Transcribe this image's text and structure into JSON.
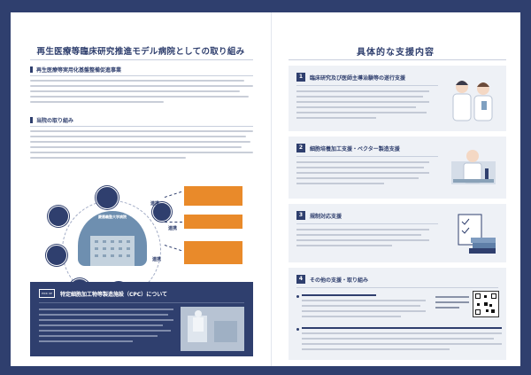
{
  "left": {
    "title": "再生医療等臨床研究推進モデル病院としての取り組み",
    "section1_title": "再生医療等実用化基盤整備促進事業",
    "section2_title": "当院の取り組み",
    "diagram": {
      "center_label": "慶應義塾大学病院",
      "link_label": "連携",
      "partners": [
        "",
        "",
        ""
      ]
    },
    "cpc": {
      "icon_label": "PICK UP",
      "title": "特定細胞加工物等製造施設（CPC）について"
    }
  },
  "right": {
    "title": "具体的な支援内容",
    "cards": [
      {
        "number": "1",
        "title": "臨床研究及び医師主導治験等の遂行支援"
      },
      {
        "number": "2",
        "title": "細胞培養加工支援・ベクター製造支援"
      },
      {
        "number": "3",
        "title": "規制対応支援"
      },
      {
        "number": "4",
        "title": "その他の支援・取り組み"
      }
    ]
  },
  "colors": {
    "brand_navy": "#2f3f6e",
    "accent_orange": "#e98a2a",
    "panel_bg": "#eef1f6"
  }
}
